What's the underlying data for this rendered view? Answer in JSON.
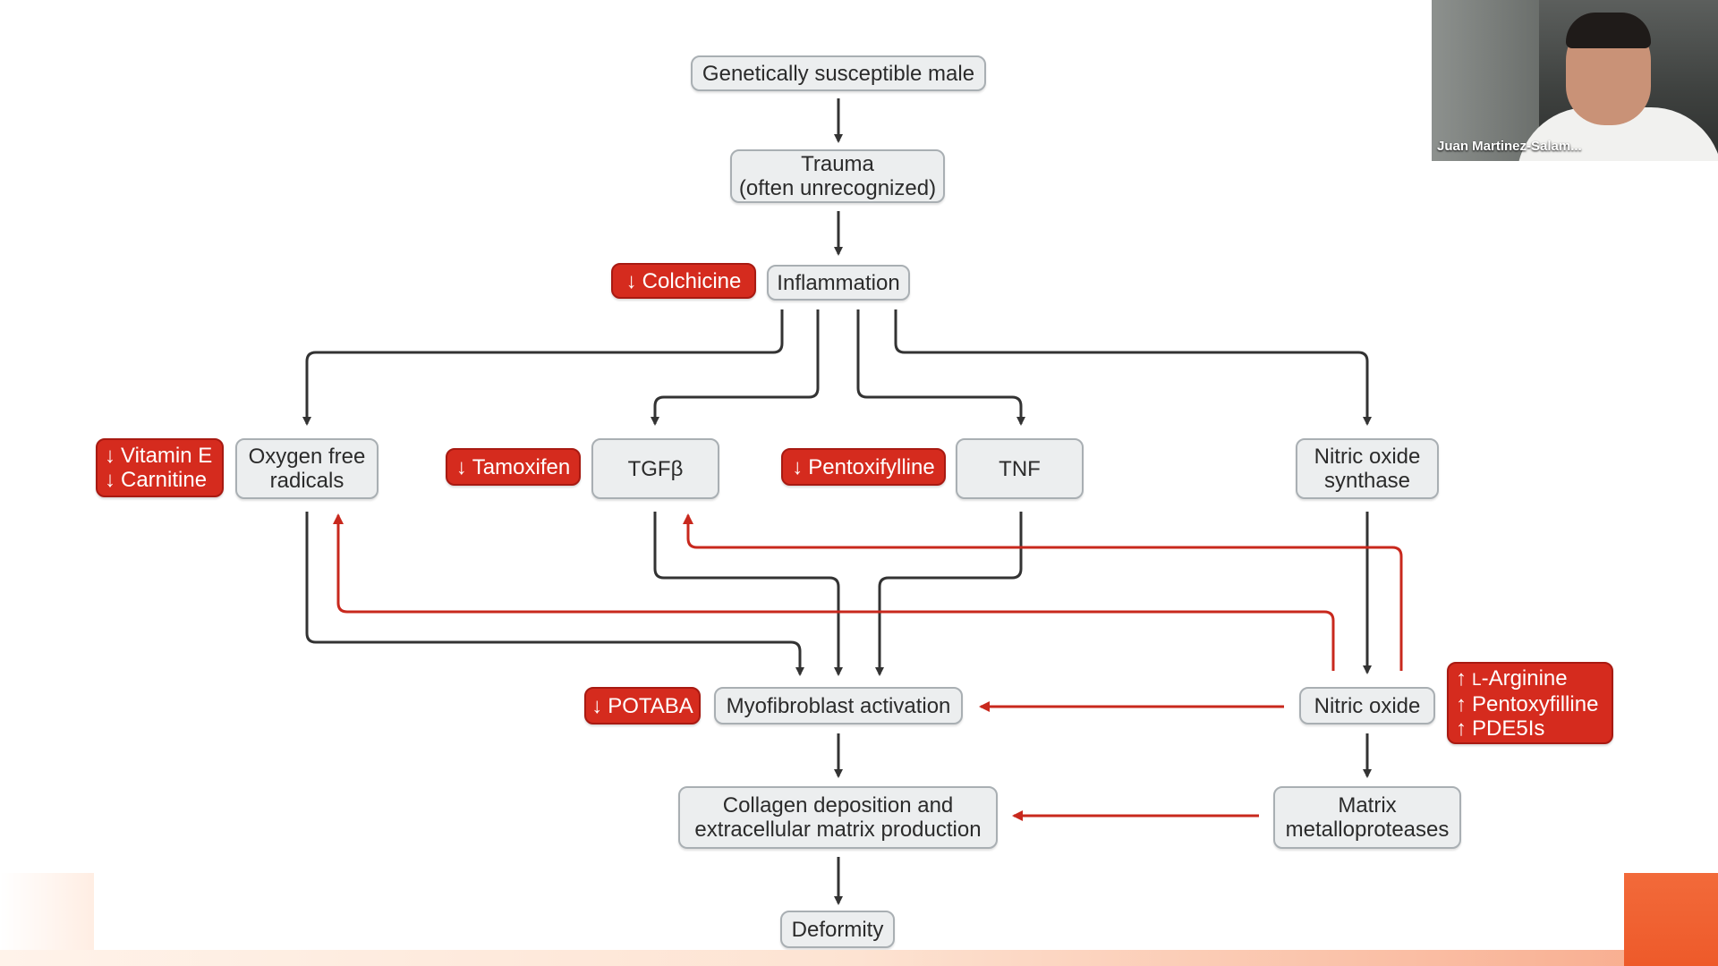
{
  "slide": {
    "nodes": {
      "male": "Genetically susceptible male",
      "trauma": [
        "Trauma",
        "(often unrecognized)"
      ],
      "inflammation": "Inflammation",
      "ofr": [
        "Oxygen free",
        "radicals"
      ],
      "tgfb": "TGFβ",
      "tnf": "TNF",
      "nos": [
        "Nitric oxide",
        "synthase"
      ],
      "myo": "Myofibroblast activation",
      "no": "Nitric oxide",
      "collagen": [
        "Collagen deposition and",
        "extracellular matrix production"
      ],
      "mmp": [
        "Matrix",
        "metalloproteases"
      ],
      "deformity": "Deformity"
    },
    "drugs": {
      "colchicine": {
        "arrow": "↓",
        "text": "Colchicine"
      },
      "vitamin_e": {
        "arrow": "↓",
        "text": "Vitamin E"
      },
      "carnitine": {
        "arrow": "↓",
        "text": "Carnitine"
      },
      "tamoxifen": {
        "arrow": "↓",
        "text": "Tamoxifen"
      },
      "pentoxifylline_down": {
        "arrow": "↓",
        "text": "Pentoxifylline"
      },
      "potaba": {
        "arrow": "↓",
        "text": "POTABA"
      },
      "l_arginine": {
        "arrow": "↑",
        "prefix": "L",
        "text": "-Arginine"
      },
      "pentoxifylline_up": {
        "arrow": "↑",
        "text": "Pentoxyfilline"
      },
      "pde5is": {
        "arrow": "↑",
        "text": "PDE5Is"
      }
    },
    "colors": {
      "box_fill": "#eceeef",
      "box_border": "#a9afb3",
      "drug_fill": "#d52b1e",
      "arrow_dark": "#333333",
      "arrow_red": "#c8281d",
      "accent_orange": "#f26a3a"
    }
  },
  "webcam": {
    "participant_name": "Juan Martinez-Salam..."
  }
}
